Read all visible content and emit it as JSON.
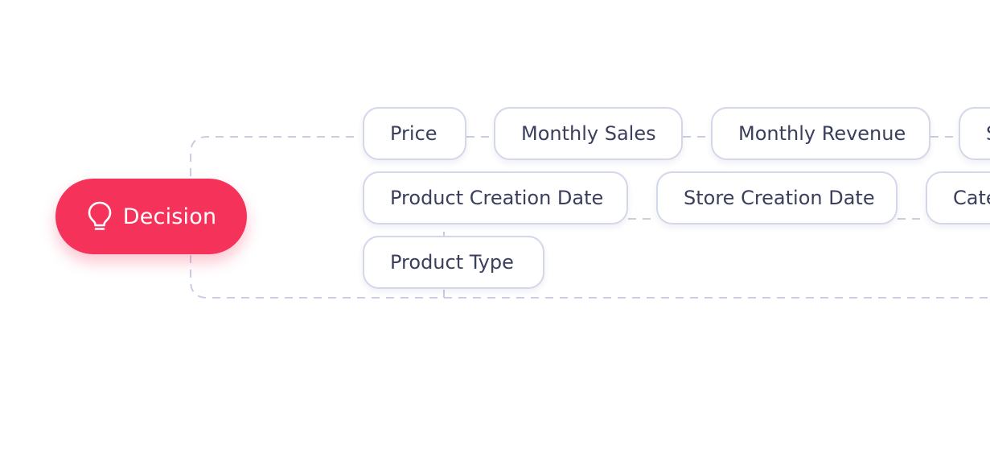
{
  "decision": {
    "label": "Decision",
    "icon": "lightbulb-icon",
    "color": "#f5325a"
  },
  "chips": {
    "row1": {
      "price": "Price",
      "monthly_sales": "Monthly Sales",
      "monthly_revenue": "Monthly Revenue",
      "partial": "S"
    },
    "row2": {
      "product_creation_date": "Product Creation Date",
      "store_creation_date": "Store Creation Date",
      "partial": "Cate"
    },
    "row3": {
      "product_type": "Product Type"
    }
  },
  "colors": {
    "chip_border": "#d3d7ea",
    "chip_text": "#3a3f5c",
    "connector": "#c9cde2"
  }
}
